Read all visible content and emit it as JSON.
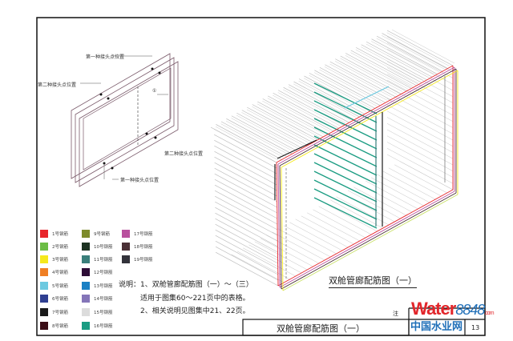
{
  "left_diagram": {
    "labels": [
      "第一种接头点位置",
      "第二种接头点位置",
      "第二种接头点位置",
      "第一种接头点位置"
    ],
    "marker": "①"
  },
  "legend": [
    {
      "label": "1号钢筋",
      "color": "#e8262b"
    },
    {
      "label": "2号钢筋",
      "color": "#6cbd45"
    },
    {
      "label": "3号钢筋",
      "color": "#f5e81c"
    },
    {
      "label": "4号钢筋",
      "color": "#ef7f24"
    },
    {
      "label": "5号钢筋",
      "color": "#6cc9e0"
    },
    {
      "label": "6号钢筋",
      "color": "#2f3f91"
    },
    {
      "label": "7号钢筋",
      "color": "#1a1a1a"
    },
    {
      "label": "8号钢筋",
      "color": "#3a0d16"
    },
    {
      "label": "9号钢筋",
      "color": "#7d8b2b"
    },
    {
      "label": "10号钢筋",
      "color": "#1d3322"
    },
    {
      "label": "11号钢筋",
      "color": "#3a7f7b"
    },
    {
      "label": "12号钢筋",
      "color": "#2d0c36"
    },
    {
      "label": "13号钢筋",
      "color": "#1a80c4"
    },
    {
      "label": "14号钢筋",
      "color": "#8475b8"
    },
    {
      "label": "15号钢筋",
      "color": "#dcdcdc"
    },
    {
      "label": "16号钢筋",
      "color": "#1a9c82"
    },
    {
      "label": "17号钢筋",
      "color": "#b9509e"
    },
    {
      "label": "18号钢筋",
      "color": "#4a3036"
    },
    {
      "label": "19号钢筋",
      "color": "#33333b"
    }
  ],
  "notes": {
    "line1": "说明：1、双舱管廊配筋图（一）～（三）",
    "line2": "适用于图集60～221页中的表格。",
    "line3": "2、相关说明见图集中21、22页。"
  },
  "drawing_title": "双舱管廊配筋图（一）",
  "title_block": {
    "title": "双舱管廊配筋图（一）",
    "note_label": "注",
    "page": "13"
  },
  "watermark": {
    "brand": "Water",
    "number": "8848",
    "domain": ".com",
    "cn": "中国水业网"
  }
}
